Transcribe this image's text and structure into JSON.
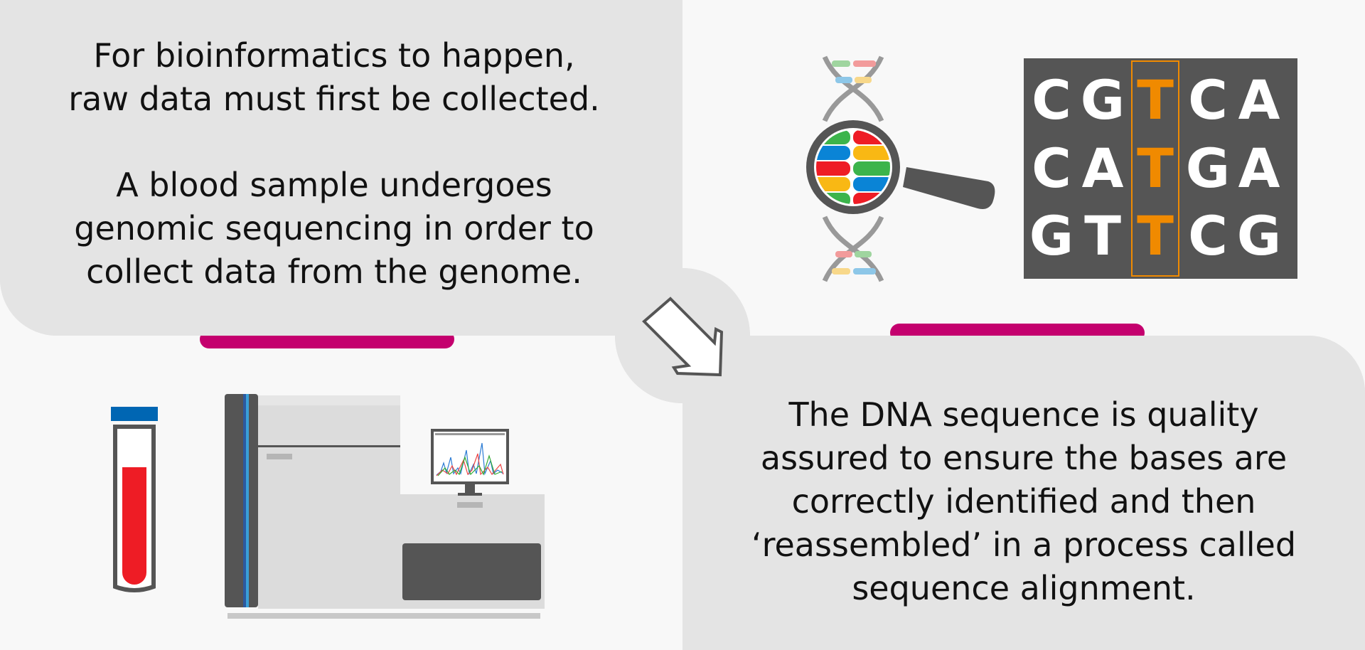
{
  "text": {
    "intro": "For bioinformatics to happen,\nraw data must first be collected.",
    "sampling": "A blood sample undergoes\ngenomic sequencing in order to\ncollect data from the genome.",
    "alignment": "The DNA sequence is quality\nassured to ensure the bases are\ncorrectly identified and then\n‘reassembled’ in a process called\nsequence alignment."
  },
  "sequence_grid": {
    "rows": [
      [
        "C",
        "G",
        "T",
        "C",
        "A"
      ],
      [
        "C",
        "A",
        "T",
        "G",
        "A"
      ],
      [
        "G",
        "T",
        "T",
        "C",
        "G"
      ]
    ],
    "highlight_column": 2
  },
  "icons": {
    "blood_tube": "blood-sample-tube-icon",
    "sequencer": "genome-sequencer-machine-icon",
    "monitor": "chromatogram-monitor-icon",
    "dna_magnifier": "dna-magnifying-glass-icon",
    "arrow": "down-right-arrow-icon"
  },
  "colors": {
    "panel": "#e4e4e4",
    "accent": "#c4006e",
    "highlight": "#f08a00",
    "grid": "#555555",
    "blood": "#ee1c25",
    "cap": "#0066b3"
  }
}
